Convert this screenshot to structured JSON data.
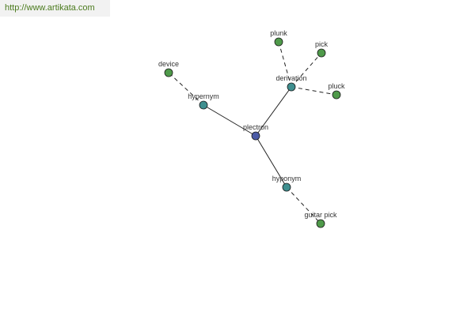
{
  "watermark": {
    "text": "http://www.artikata.com"
  },
  "colors": {
    "center": "#4b5ba6",
    "relation": "#3f8f8f",
    "word": "#4f9a4a",
    "edge": "#222222"
  },
  "nodes": [
    {
      "id": "plectron",
      "label": "plectron",
      "kind": "center"
    },
    {
      "id": "hypernym",
      "label": "hypernym",
      "kind": "relation"
    },
    {
      "id": "derivation",
      "label": "derivation",
      "kind": "relation"
    },
    {
      "id": "hyponym",
      "label": "hyponym",
      "kind": "relation"
    },
    {
      "id": "device",
      "label": "device",
      "kind": "word"
    },
    {
      "id": "plunk",
      "label": "plunk",
      "kind": "word"
    },
    {
      "id": "pick",
      "label": "pick",
      "kind": "word"
    },
    {
      "id": "pluck",
      "label": "pluck",
      "kind": "word"
    },
    {
      "id": "guitar-pick",
      "label": "guitar pick",
      "kind": "word"
    }
  ],
  "edges": [
    {
      "from": "plectron",
      "to": "hypernym",
      "style": "solid"
    },
    {
      "from": "plectron",
      "to": "derivation",
      "style": "solid"
    },
    {
      "from": "plectron",
      "to": "hyponym",
      "style": "solid"
    },
    {
      "from": "hypernym",
      "to": "device",
      "style": "dashed"
    },
    {
      "from": "derivation",
      "to": "plunk",
      "style": "dashed"
    },
    {
      "from": "derivation",
      "to": "pick",
      "style": "dashed"
    },
    {
      "from": "derivation",
      "to": "pluck",
      "style": "dashed"
    },
    {
      "from": "hyponym",
      "to": "guitar-pick",
      "style": "dashed"
    }
  ]
}
